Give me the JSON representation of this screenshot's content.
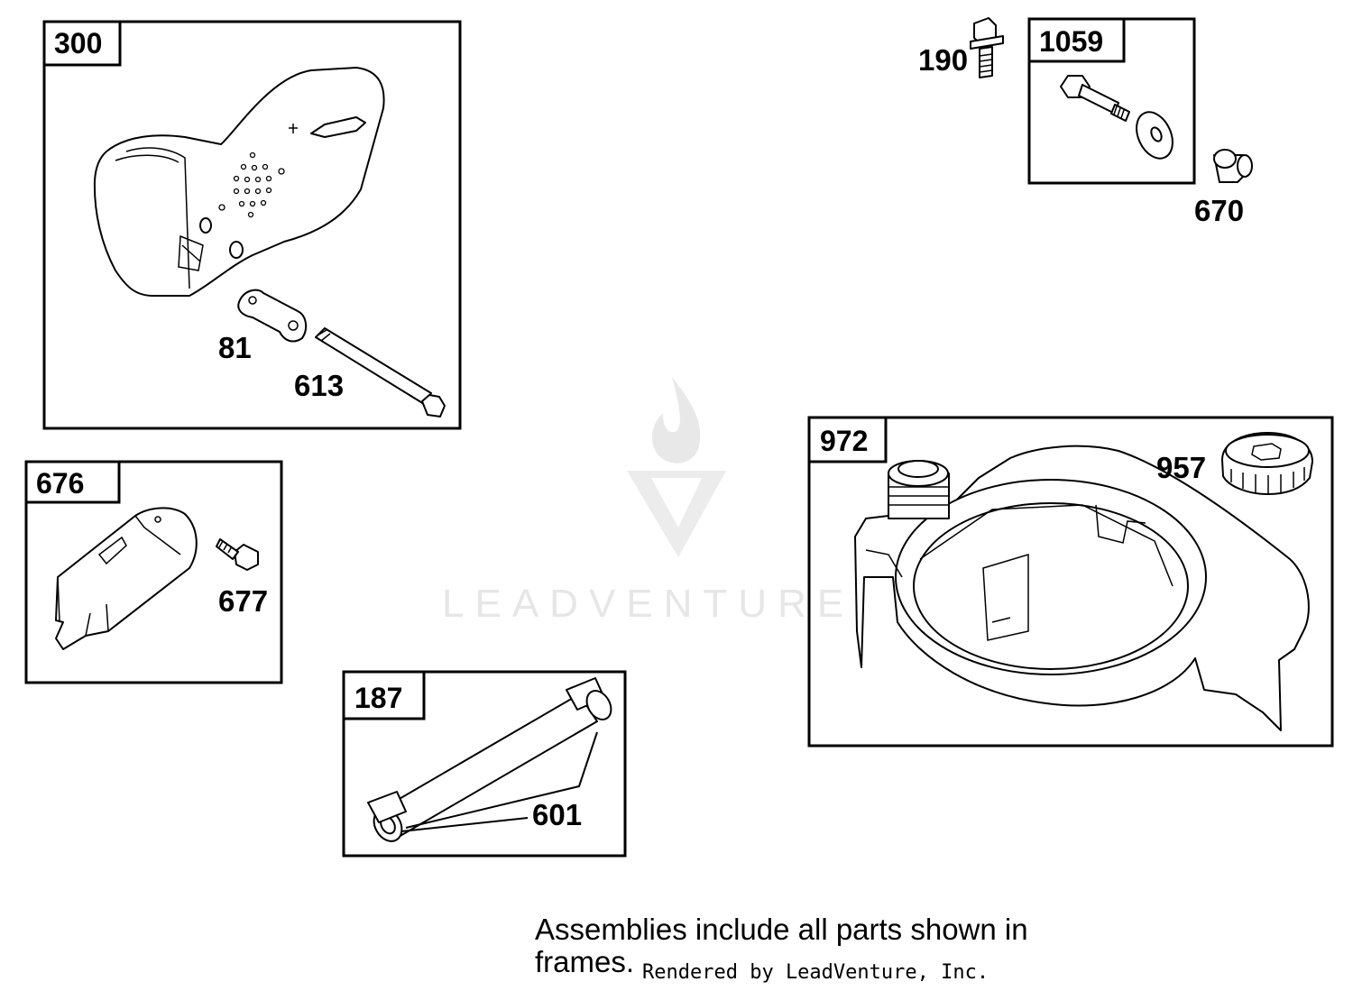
{
  "frames": {
    "f300": {
      "tag": "300"
    },
    "f1059": {
      "tag": "1059"
    },
    "f676": {
      "tag": "676"
    },
    "f972": {
      "tag": "972"
    },
    "f187": {
      "tag": "187"
    }
  },
  "labels": {
    "p81": "81",
    "p613": "613",
    "p190": "190",
    "p670": "670",
    "p677": "677",
    "p957": "957",
    "p601": "601"
  },
  "watermark": {
    "brand": "LEADVENTURE"
  },
  "footer": {
    "note_line1": "Assemblies include all parts shown in",
    "note_line2": "frames.",
    "credit": "Rendered by LeadVenture, Inc."
  }
}
